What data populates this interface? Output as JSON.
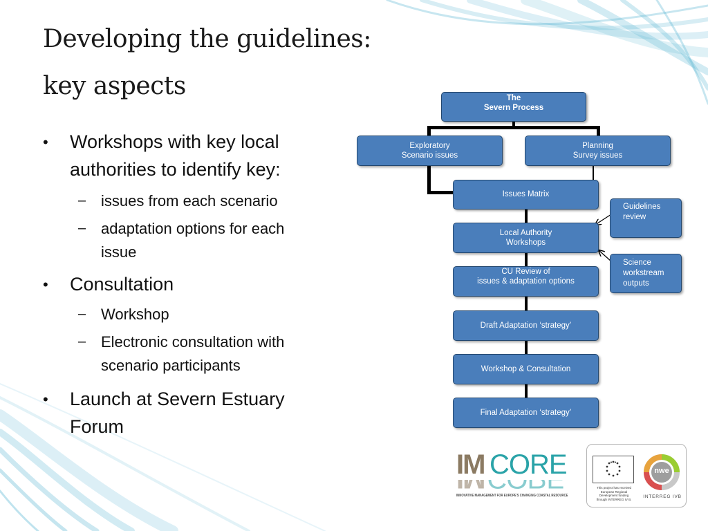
{
  "title": {
    "line1": "Developing the guidelines:",
    "line2": "key aspects"
  },
  "bullets": [
    {
      "text": "Workshops with key local",
      "cont": "authorities to identify key:",
      "children": [
        {
          "text": "issues from each scenario"
        },
        {
          "text": "adaptation options for each",
          "cont": "issue"
        }
      ]
    },
    {
      "text": "Consultation",
      "children": [
        {
          "text": "Workshop"
        },
        {
          "text": "Electronic consultation with",
          "cont": "scenario participants"
        }
      ]
    },
    {
      "text": "Launch at Severn Estuary",
      "cont": "Forum"
    }
  ],
  "markers": {
    "level1": "•",
    "level2": "–"
  },
  "diagram": {
    "root": {
      "line1": "The",
      "line2": "Severn Process"
    },
    "exploratory": {
      "line1": "Exploratory",
      "line2": "Scenario issues"
    },
    "planning": {
      "line1": "Planning",
      "line2": "Survey issues"
    },
    "issues_matrix": "Issues Matrix",
    "local_authority": {
      "line1": "Local Authority",
      "line2": "Workshops"
    },
    "cu_review": {
      "line1": "CU Review of",
      "line2": "issues & adaptation options"
    },
    "draft": "Draft Adaptation ‘strategy’",
    "workshop_consultation": "Workshop & Consultation",
    "final": "Final Adaptation ‘strategy’",
    "guidelines": {
      "line1": "Guidelines",
      "line2": "review"
    },
    "science": {
      "line1": "Science",
      "line2": "workstream",
      "line3": "outputs"
    }
  },
  "logos": {
    "imcore": {
      "left": "IM",
      "right": "CORE",
      "tagline": "INNOVATIVE MANAGEMENT FOR EUROPE'S CHANGING COASTAL RESOURCE"
    },
    "eu": {
      "line1": "This project has received",
      "line2": "European Regional",
      "line3": "Development funding",
      "line4": "through INTERREG IV B."
    },
    "nwe": {
      "badge": "nwe",
      "caption": "INTERREG IVB"
    }
  },
  "colors": {
    "box_fill": "#4a7ebb",
    "box_border": "#24486f",
    "wave": "#5fb8d4",
    "imcore_brown": "#8b7a62",
    "imcore_teal": "#2aa3a8"
  }
}
